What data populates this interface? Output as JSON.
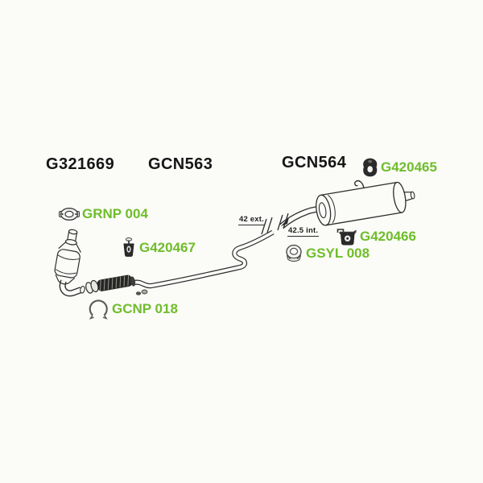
{
  "diagram": {
    "group_labels": {
      "left": "G321669",
      "middle": "GCN563",
      "right": "GCN564"
    },
    "parts": {
      "grnp004": {
        "code": "GRNP 004",
        "icon": "flange-clamp-icon"
      },
      "g420467": {
        "code": "G420467",
        "icon": "rubber-mount-icon"
      },
      "gcnp018": {
        "code": "GCNP 018",
        "icon": "ring-clamp-icon"
      },
      "g420465": {
        "code": "G420465",
        "icon": "rubber-hanger-icon"
      },
      "g420466": {
        "code": "G420466",
        "icon": "exhaust-clamp-icon"
      },
      "gsyl008": {
        "code": "GSYL 008",
        "icon": "olive-gasket-icon"
      }
    },
    "annotations": {
      "outer_diameter": "42 ext.",
      "inner_diameter": "42.5 int."
    },
    "colors": {
      "part_link_green": "#6fbd2a",
      "group_label_black": "#161616",
      "line_art": "#2d2d2d",
      "background": "#fbfbf8"
    }
  }
}
